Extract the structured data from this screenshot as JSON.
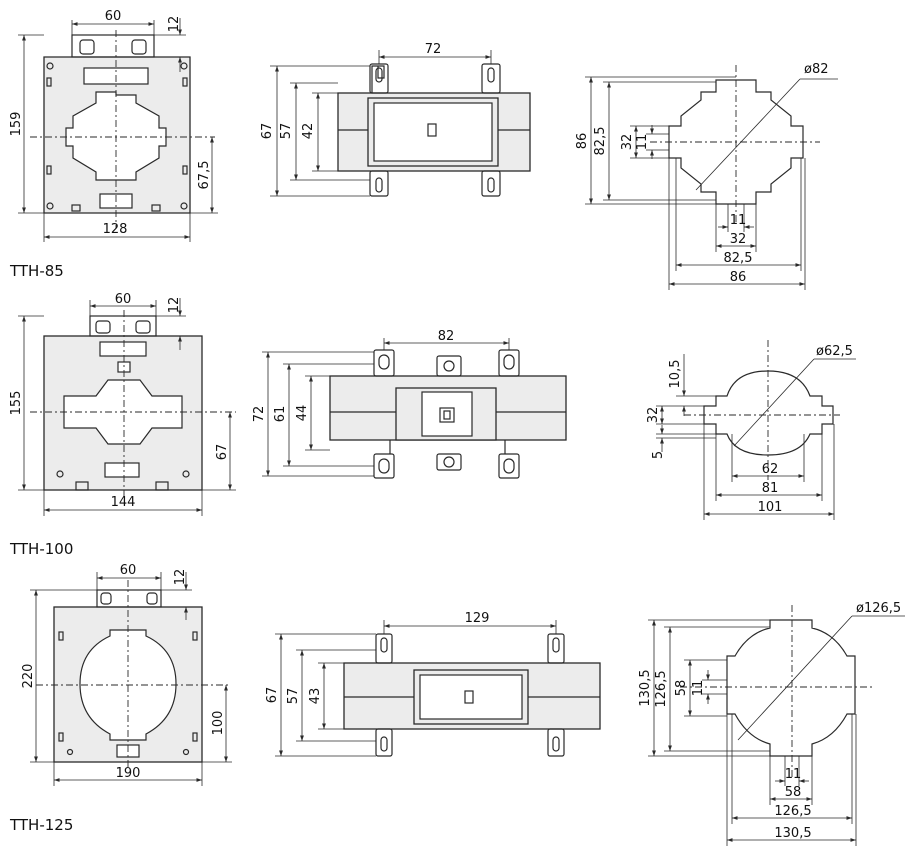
{
  "models": [
    {
      "name": "TTH-85",
      "front": {
        "width": "128",
        "height": "159",
        "top_width": "60",
        "top_gap": "12",
        "center_h": "67,5"
      },
      "side": {
        "span": "72",
        "h1": "67",
        "h2": "57",
        "h3": "42"
      },
      "aperture": {
        "diameter": "ø82",
        "v1": "86",
        "v2": "82,5",
        "v3": "32",
        "v4": "11",
        "hz1": "11",
        "hz2": "32",
        "hz3": "82,5",
        "hz4": "86"
      }
    },
    {
      "name": "TTH-100",
      "front": {
        "width": "144",
        "height": "155",
        "top_width": "60",
        "top_gap": "12",
        "center_h": "67"
      },
      "side": {
        "span": "82",
        "h1": "72",
        "h2": "61",
        "h3": "44"
      },
      "aperture": {
        "diameter": "ø62,5",
        "v1": "10,5",
        "v2": "32",
        "v3": "5",
        "hz1": "62",
        "hz2": "81",
        "hz3": "101"
      }
    },
    {
      "name": "TTH-125",
      "front": {
        "width": "190",
        "height": "220",
        "top_width": "60",
        "top_gap": "12",
        "center_h": "100"
      },
      "side": {
        "span": "129",
        "h1": "67",
        "h2": "57",
        "h3": "43"
      },
      "aperture": {
        "diameter": "ø126,5",
        "v1": "130,5",
        "v2": "126,5",
        "v3": "58",
        "v4": "11",
        "hz1": "11",
        "hz2": "58",
        "hz3": "126,5",
        "hz4": "130,5"
      }
    }
  ]
}
